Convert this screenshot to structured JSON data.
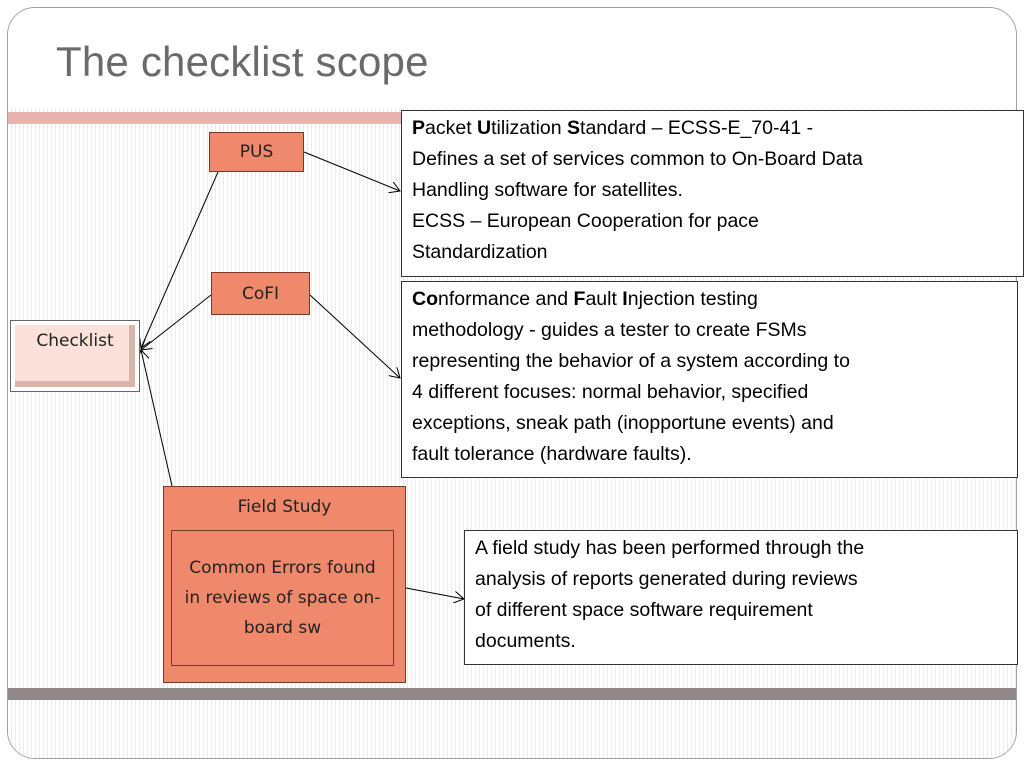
{
  "title": "The checklist scope",
  "nodes": {
    "pus": "PUS",
    "cofi": "CoFI",
    "checklist": "Checklist",
    "field_study": "Field Study",
    "common_errors": "Common Errors found in reviews of space on-board sw"
  },
  "pus_description": {
    "w1_bold": "P",
    "w1_rest": "acket ",
    "w2_bold": "U",
    "w2_rest": "tilization ",
    "w3_bold": "S",
    "w3_rest": "tandard – ECSS-E_70-41 -",
    "line2": "Defines a set of services common to On-Board Data",
    "line3": "Handling software for satellites.",
    "line4": "ECSS – European Cooperation for pace",
    "line5": "Standardization"
  },
  "cofi_description": {
    "w1_bold": "Co",
    "w1_rest": "nformance and ",
    "w2_bold": "F",
    "w2_rest": "ault  ",
    "w3_bold": "I",
    "w3_rest": "njection testing",
    "line2": "methodology  -  guides a tester to create FSMs",
    "line3": "representing the behavior of a system according to",
    "line4": "4 different  focuses: normal behavior, specified",
    "line5": "exceptions, sneak path (inopportune events) and",
    "line6": "fault tolerance (hardware faults)."
  },
  "field_study_description": {
    "line1": "A field study has been performed through the",
    "line2": "analysis of reports  generated during reviews",
    "line3": "of  different  space software requirement",
    "line4": "documents."
  },
  "colors": {
    "node_fill": "#f0896b",
    "checklist_fill": "#fbe1da",
    "top_rule": "#e6b4ad",
    "bottom_rule": "#938888",
    "title_text": "#6a6a6a"
  }
}
